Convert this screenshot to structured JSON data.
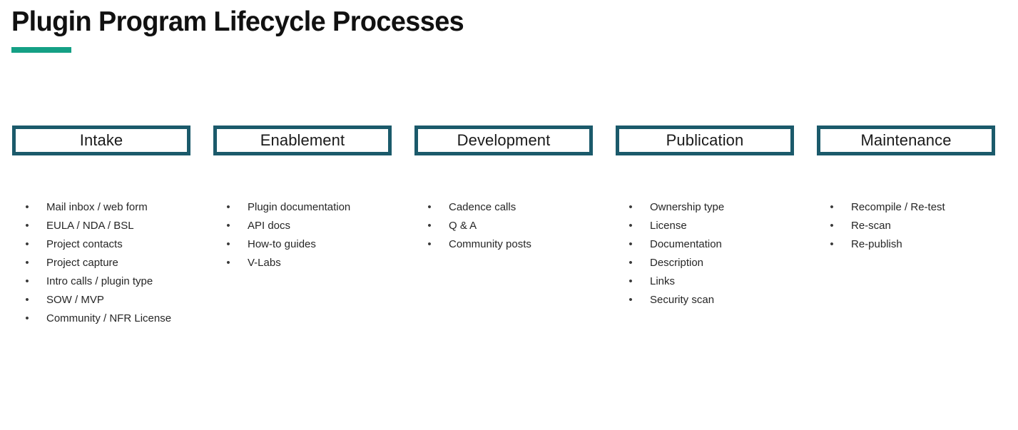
{
  "header": {
    "title": "Plugin Program Lifecycle Processes",
    "accent_color": "#14a085"
  },
  "theme": {
    "box_border_color": "#1b5a6b",
    "box_fill_color": "#ffffff",
    "text_color": "#262626",
    "background": "#ffffff"
  },
  "bullet_glyph": "•",
  "phases": [
    {
      "name": "Intake",
      "items": [
        "Mail inbox / web form",
        "EULA / NDA / BSL",
        "Project contacts",
        "Project capture",
        "Intro calls / plugin type",
        "SOW / MVP",
        "Community / NFR License"
      ]
    },
    {
      "name": "Enablement",
      "items": [
        "Plugin documentation",
        "API docs",
        "How-to guides",
        "V-Labs"
      ]
    },
    {
      "name": "Development",
      "items": [
        "Cadence calls",
        "Q & A",
        "Community posts"
      ]
    },
    {
      "name": "Publication",
      "items": [
        "Ownership type",
        "License",
        "Documentation",
        "Description",
        "Links",
        "Security scan"
      ]
    },
    {
      "name": "Maintenance",
      "items": [
        "Recompile / Re-test",
        "Re-scan",
        "Re-publish"
      ]
    }
  ]
}
